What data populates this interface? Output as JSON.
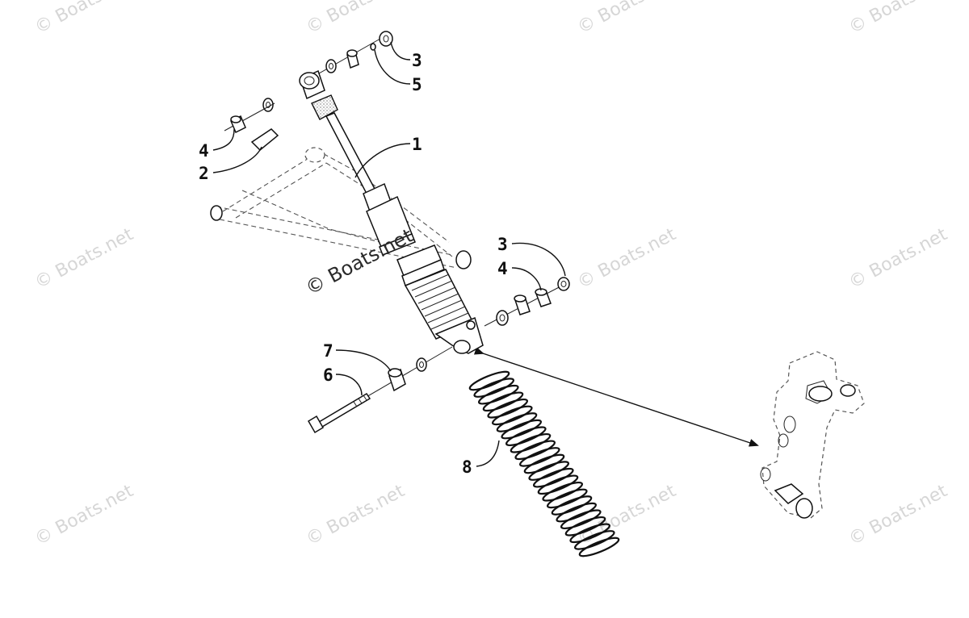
{
  "watermark": "© Boats.net",
  "callouts": [
    "1",
    "2",
    "3",
    "4",
    "5",
    "6",
    "7",
    "8"
  ],
  "colors": {
    "line": "#111111",
    "watermark": "#d6d6d6",
    "background": "#ffffff"
  }
}
